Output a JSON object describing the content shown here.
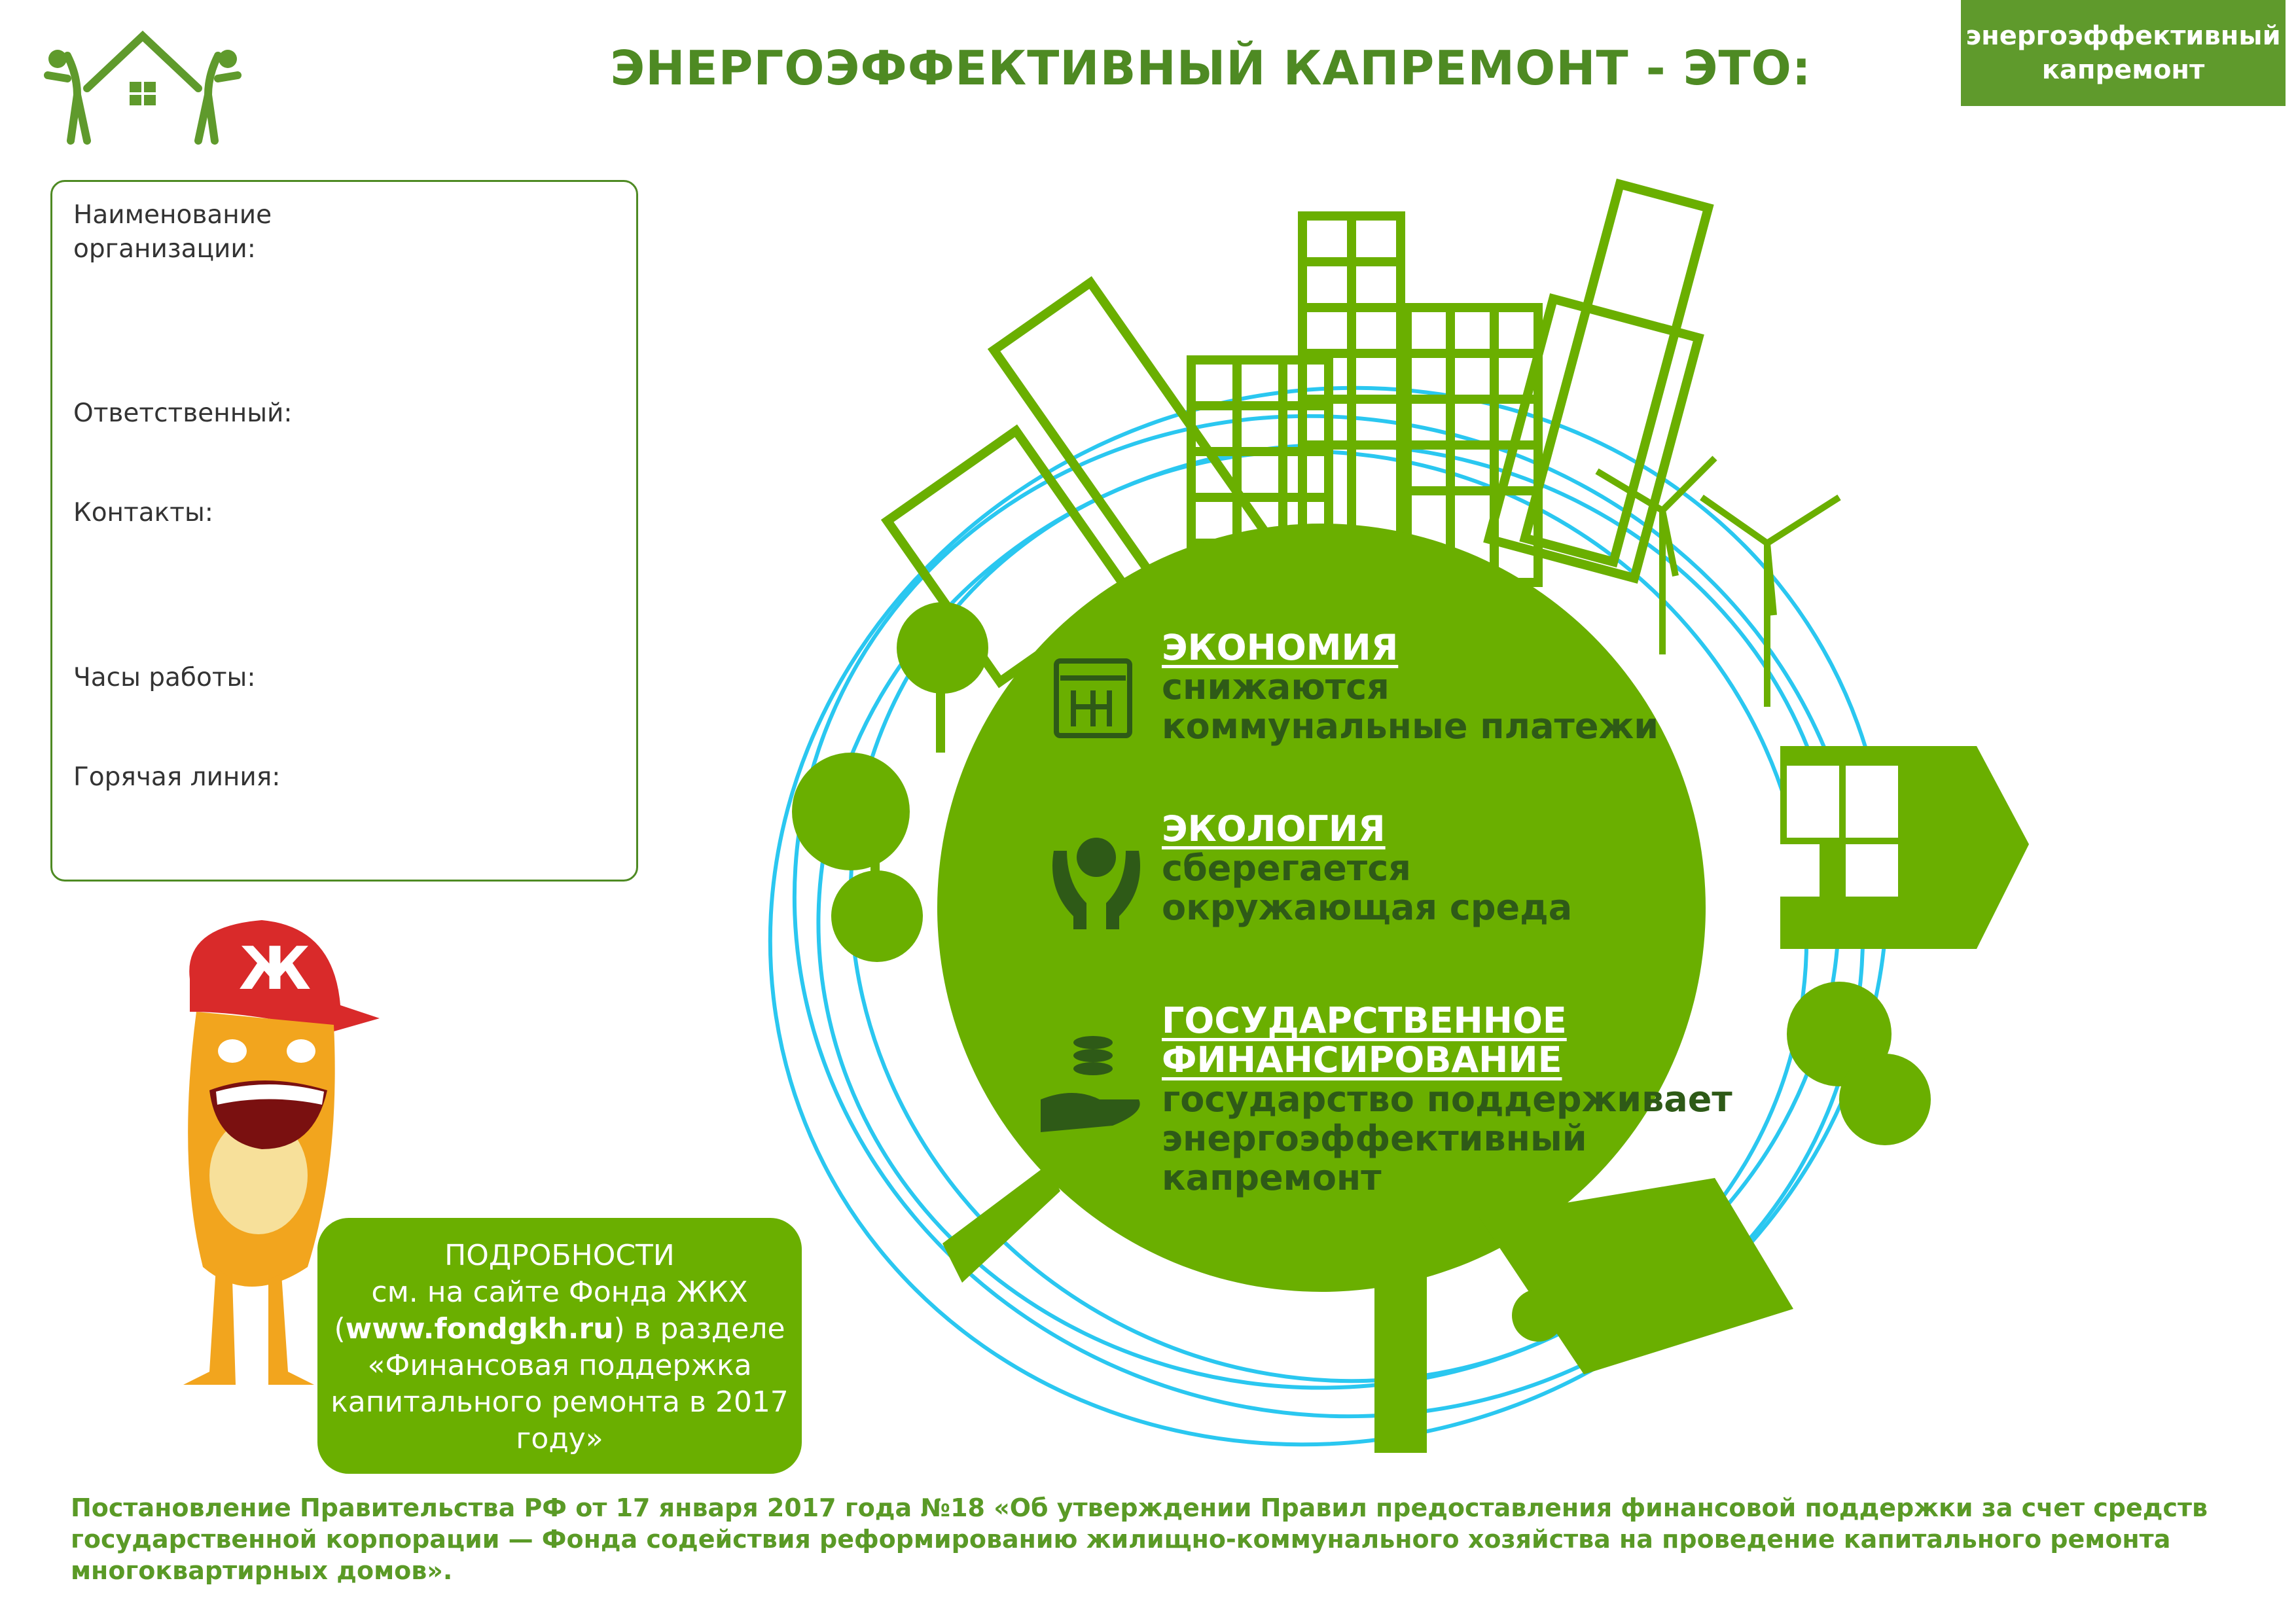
{
  "header": {
    "title": "ЭНЕРГОЭФФЕКТИВНЫЙ КАПРЕМОНТ - ЭТО:",
    "badge_line1": "энергоэффективный",
    "badge_line2": "капремонт"
  },
  "info_box": {
    "org_line1": "Наименование",
    "org_line2": "организации:",
    "responsible": "Ответственный:",
    "contacts": "Контакты:",
    "hours": "Часы работы:",
    "hotline": "Горячая линия:"
  },
  "benefits": [
    {
      "heading": "ЭКОНОМИЯ",
      "line1": "снижаются",
      "line2": "коммунальные платежи",
      "icon": "calculator-icon"
    },
    {
      "heading": "ЭКОЛОГИЯ",
      "line1": "сберегается",
      "line2": "окружающая среда",
      "icon": "hands-globe-icon"
    },
    {
      "heading": "ГОСУДАРСТВЕННОЕ",
      "heading2": "ФИНАНСИРОВАНИЕ",
      "line1": "государство поддерживает",
      "line2": "энергоэффективный",
      "line3": "капремонт",
      "icon": "hand-coins-icon"
    }
  ],
  "details": {
    "line1": "ПОДРОБНОСТИ",
    "line2": "см. на сайте Фонда ЖКХ",
    "paren_open": "(",
    "site": "www.fondgkh.ru",
    "line3_rest": ") в разделе",
    "line4": "«Финансовая поддержка",
    "line5": "капитального ремонта в 2017",
    "line6": "году»"
  },
  "mascot": {
    "cap_letter": "Ж"
  },
  "footer": {
    "text": "Постановление Правительства РФ от 17 января 2017 года №18 «Об утверждении Правил предоставления финансовой поддержки за счет средств государственной корпорации — Фонда содействия реформированию жилищно-коммунального хозяйства на проведение капитального ремонта многоквартирных домов»."
  },
  "colors": {
    "brand": "#4e8a23",
    "circle": "#6aaf00",
    "dark": "#2e5a17",
    "sky": "#2ac7f0"
  }
}
